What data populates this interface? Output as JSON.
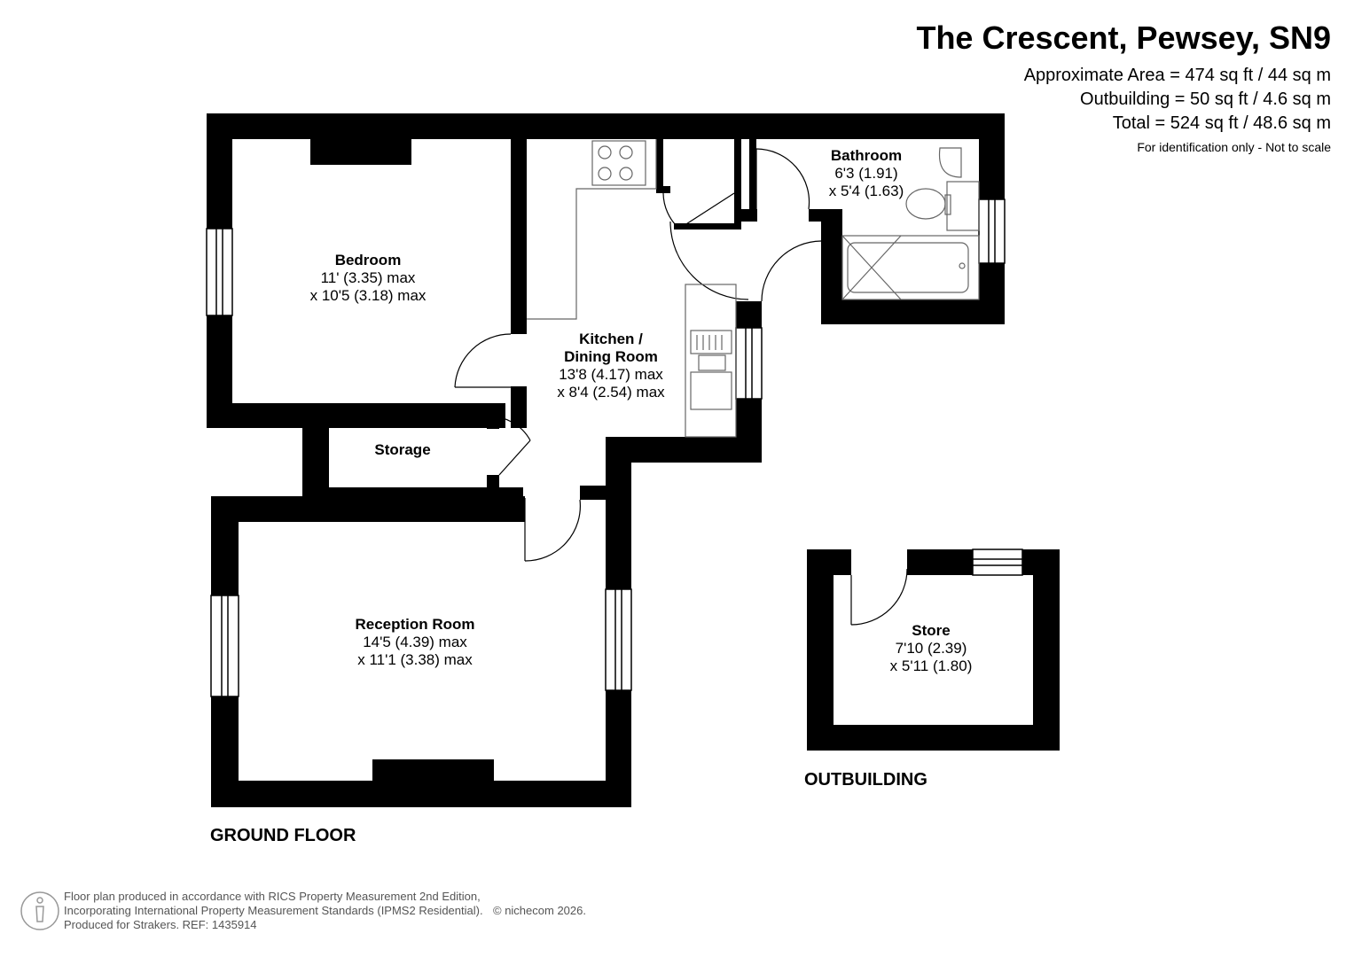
{
  "header": {
    "title": "The Crescent, Pewsey, SN9",
    "approx_area": "Approximate Area = 474 sq ft / 44 sq m",
    "outbuilding_area": "Outbuilding = 50 sq ft / 4.6 sq m",
    "total_area": "Total = 524 sq ft / 48.6 sq m",
    "note": "For identification only - Not to scale"
  },
  "rooms": {
    "bedroom": {
      "name": "Bedroom",
      "dim1": "11' (3.35) max",
      "dim2": "x 10'5 (3.18) max"
    },
    "kitchen": {
      "name1": "Kitchen /",
      "name2": "Dining Room",
      "dim1": "13'8 (4.17) max",
      "dim2": "x 8'4 (2.54) max"
    },
    "bathroom": {
      "name": "Bathroom",
      "dim1": "6'3 (1.91)",
      "dim2": "x 5'4 (1.63)"
    },
    "storage": {
      "name": "Storage"
    },
    "reception": {
      "name": "Reception Room",
      "dim1": "14'5 (4.39) max",
      "dim2": "x 11'1 (3.38) max"
    },
    "store": {
      "name": "Store",
      "dim1": "7'10 (2.39)",
      "dim2": "x 5'11 (1.80)"
    }
  },
  "labels": {
    "ground_floor": "GROUND FLOOR",
    "outbuilding": "OUTBUILDING"
  },
  "footer": {
    "line1": "Floor plan produced in accordance with RICS Property Measurement 2nd Edition,",
    "line2": "Incorporating International Property Measurement Standards (IPMS2 Residential).",
    "line3": "Produced for Strakers.   REF: 1435914",
    "copyright": "© nichecom 2026."
  },
  "icons": {
    "footer_logo": "person-outline-icon"
  },
  "colors": {
    "wall": "#000000",
    "fixture": "#666666",
    "footer_text": "#555555"
  }
}
